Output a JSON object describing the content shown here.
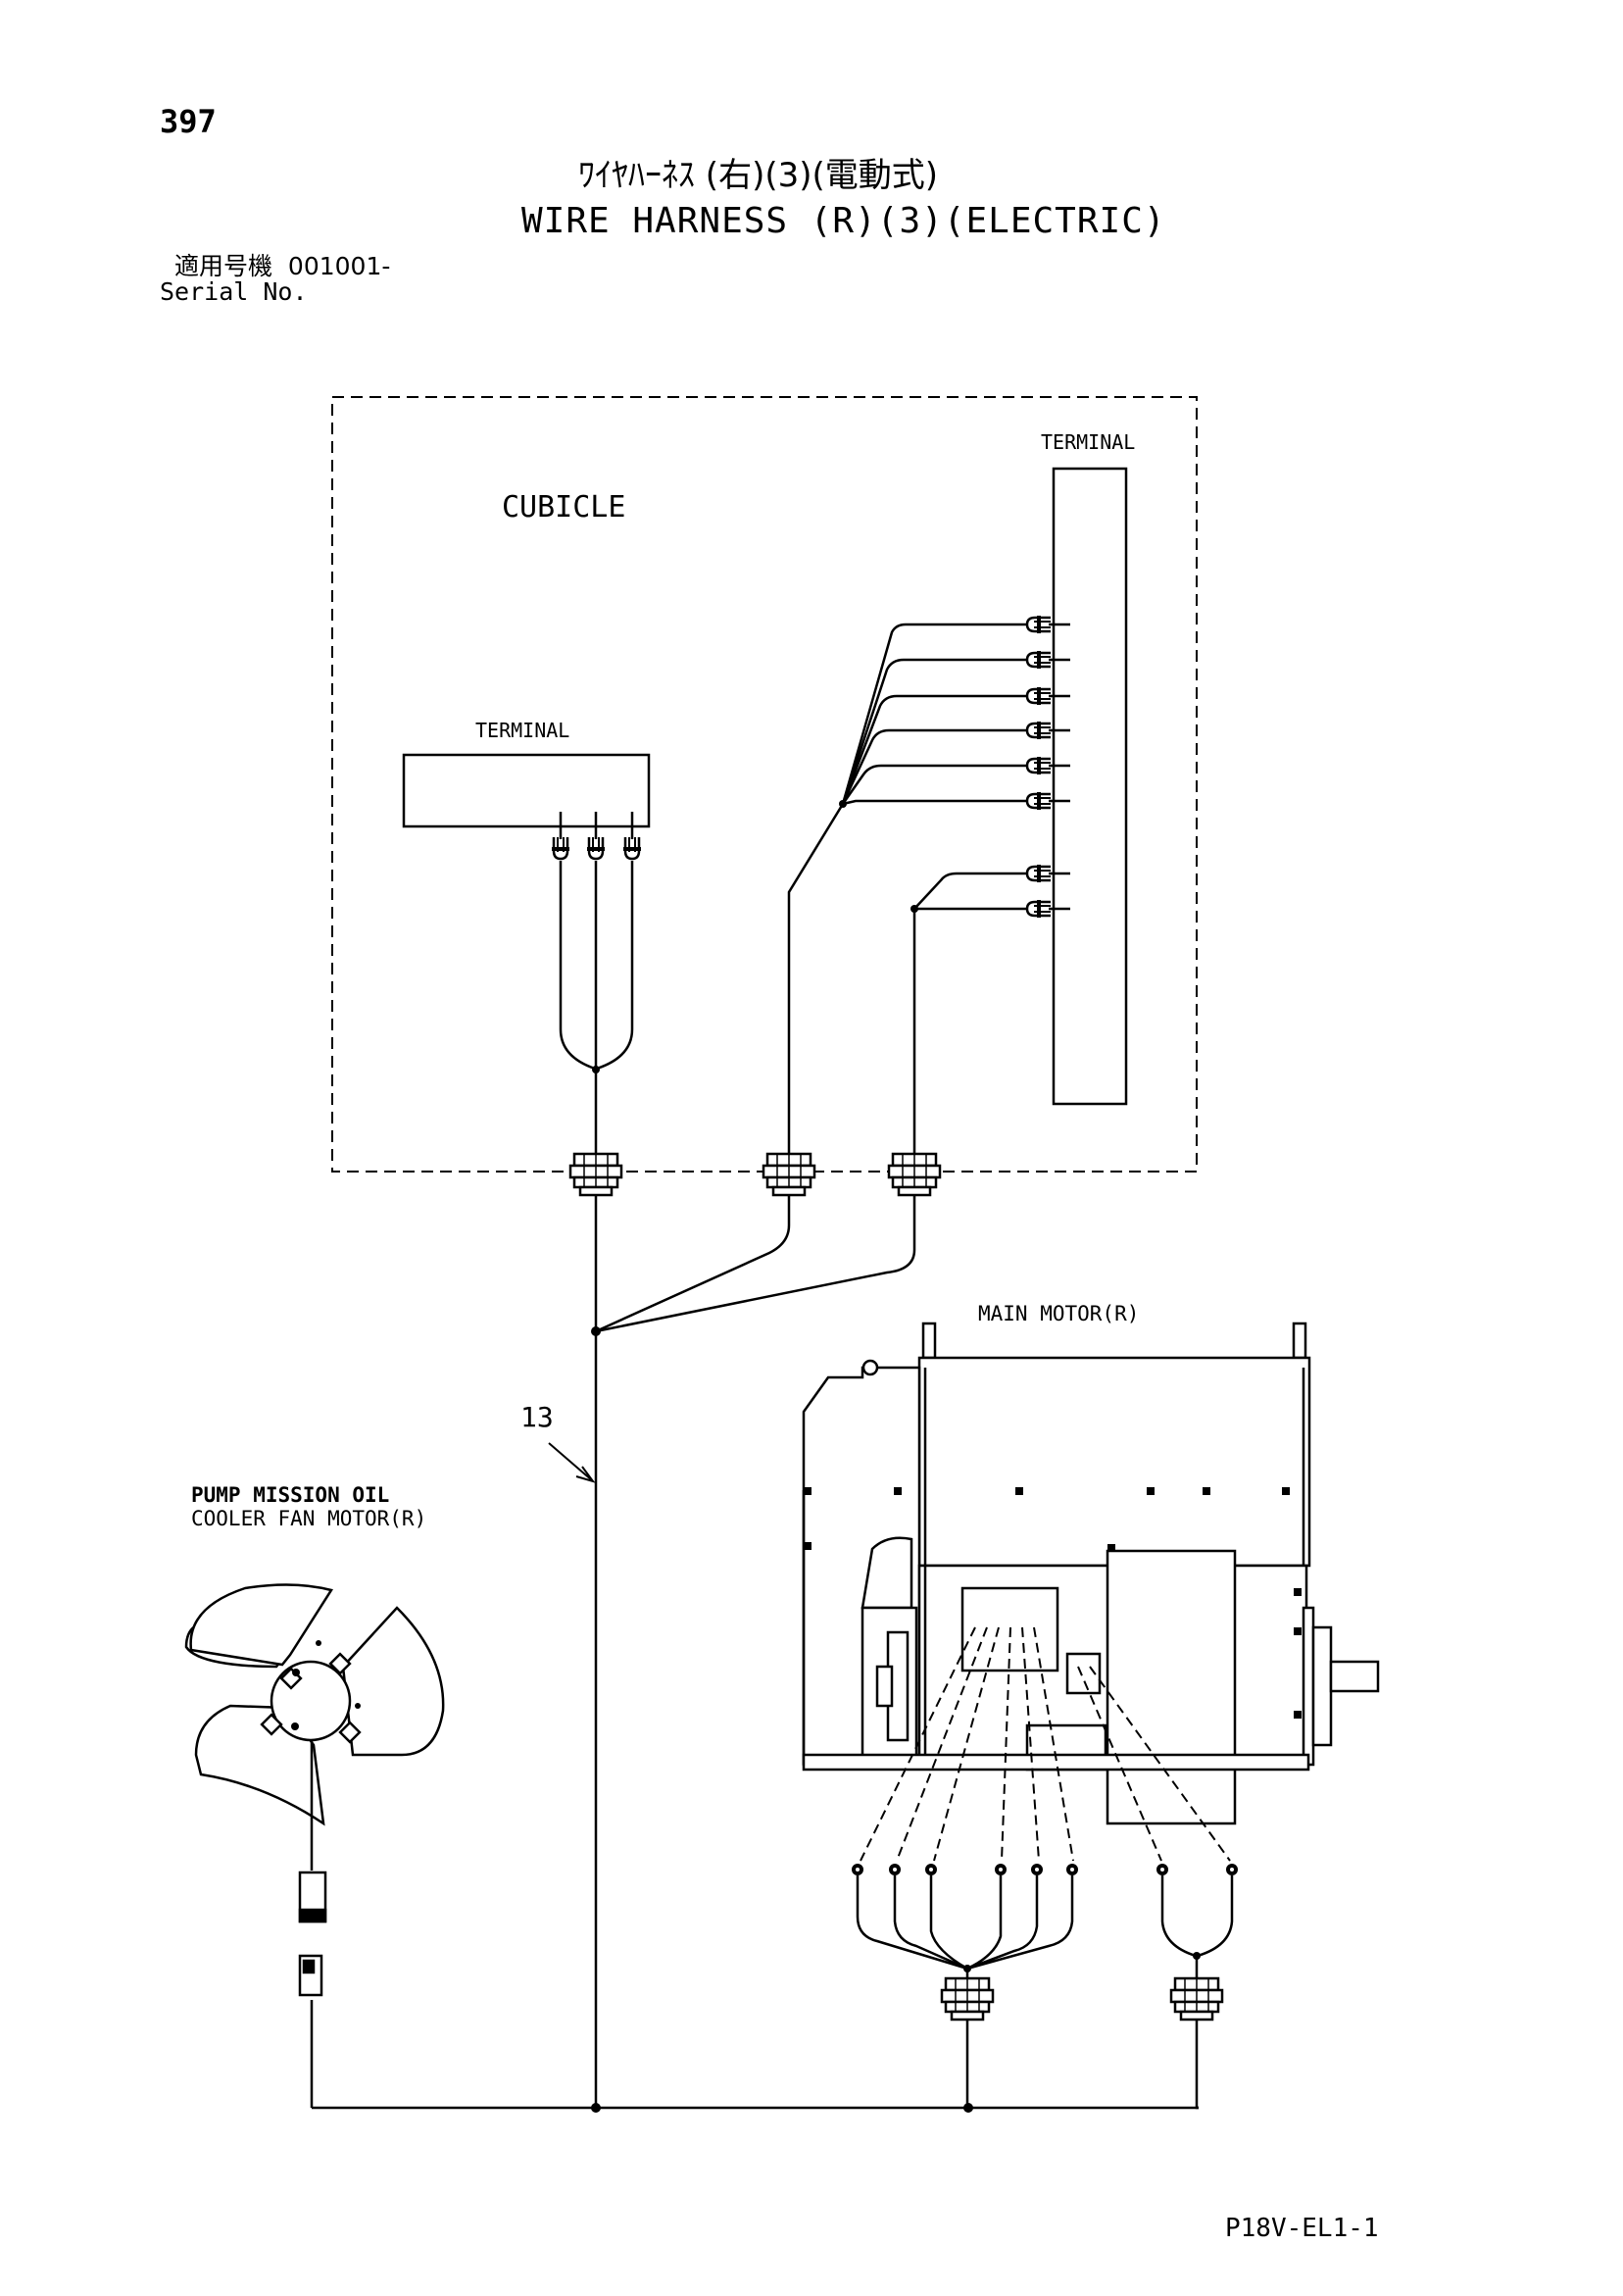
{
  "page": {
    "number": "397",
    "title_jp": "ﾜｲﾔﾊｰﾈｽ (右)(3)(電動式)",
    "title_en": "WIRE HARNESS (R)(3)(ELECTRIC)",
    "serial_label_jp": "適用号機",
    "serial_value": "001001-",
    "serial_label_en": "Serial No.",
    "footer_code": "P18V-EL1-1"
  },
  "diagram": {
    "cubicle_label": "CUBICLE",
    "terminal_right_label": "TERMINAL",
    "terminal_left_label": "TERMINAL",
    "main_motor_label": "MAIN MOTOR(R)",
    "fan_motor_label_line1": "PUMP MISSION OIL",
    "fan_motor_label_line2": "COOLER FAN MOTOR(R)",
    "part_callout": "13"
  }
}
